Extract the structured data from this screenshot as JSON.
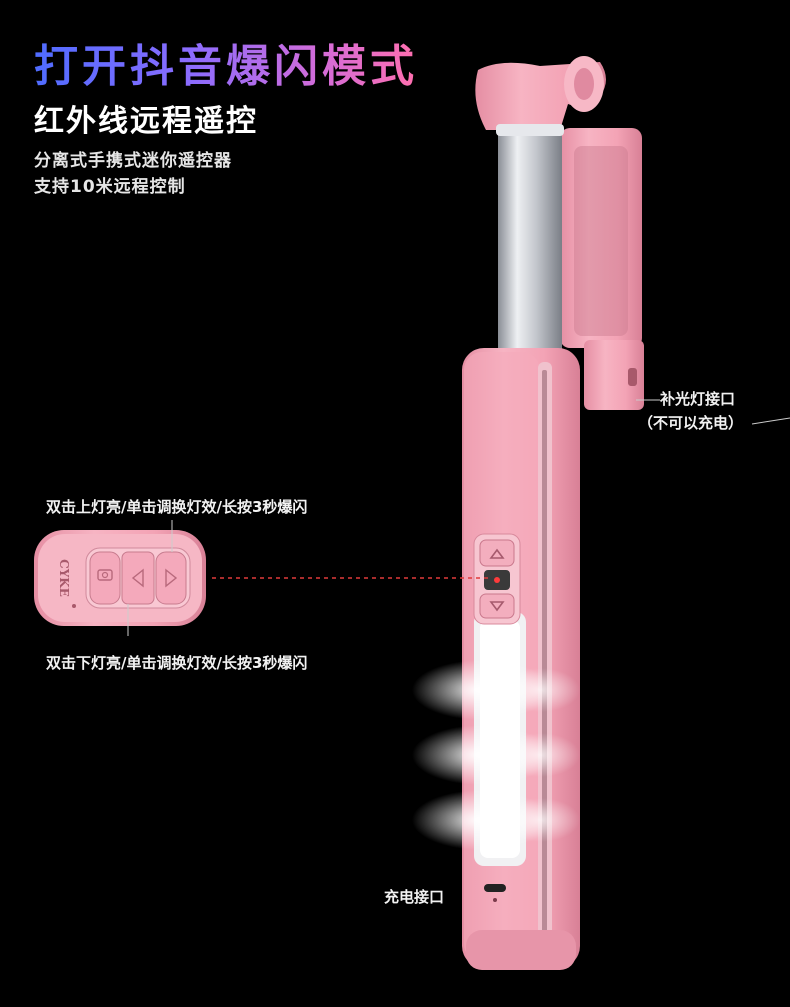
{
  "header": {
    "title": "打开抖音爆闪模式",
    "subtitle": "红外线远程遥控",
    "desc_line1": "分离式手携式迷你遥控器",
    "desc_line2": "支持10米远程控制"
  },
  "annotations": {
    "fill_light_port": "补光灯接口",
    "fill_light_note": "（不可以充电）",
    "up_button_hint": "双击上灯亮/单击调换灯效/长按3秒爆闪",
    "down_button_hint": "双击下灯亮/单击调换灯效/长按3秒爆闪",
    "charge_port": "充电接口"
  },
  "remote": {
    "brand": "CYKE"
  },
  "colors": {
    "body_pink": "#f4a7b8",
    "body_dark": "#d98699",
    "metal": "#c9ccd2",
    "led": "#ffffff"
  }
}
